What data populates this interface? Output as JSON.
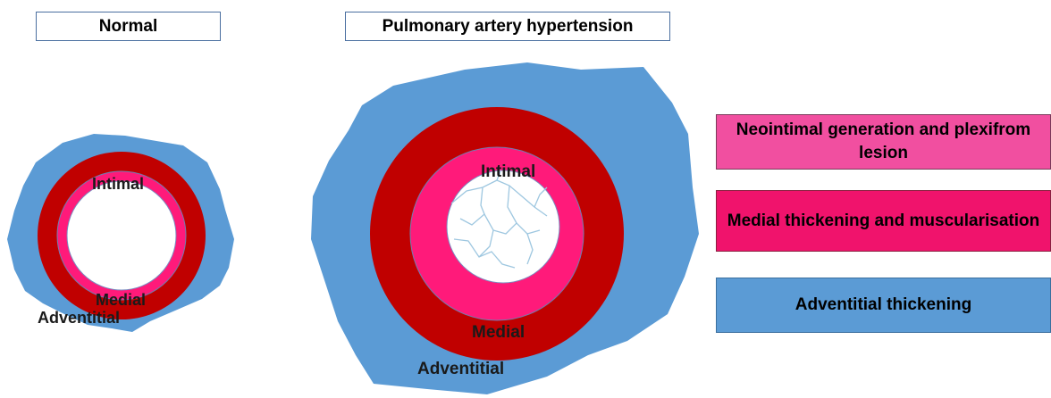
{
  "titles": {
    "normal": "Normal",
    "pah": "Pulmonary artery hypertension"
  },
  "normal_vessel": {
    "intimal": "Intimal",
    "medial": "Medial",
    "adventitial": "Adventitial"
  },
  "pah_vessel": {
    "intimal": "Intimal",
    "medial": "Medial",
    "adventitial": "Adventitial"
  },
  "legend": [
    {
      "label": "Neointimal generation and plexifrom lesion",
      "color": "#f14fa0"
    },
    {
      "label": "Medial thickening and muscularisation",
      "color": "#f0136c"
    },
    {
      "label": "Adventitial thickening",
      "color": "#5b9bd5"
    }
  ],
  "colors": {
    "adventitia": "#5b9bd5",
    "media": "#c00000",
    "intima": "#ff1a7a",
    "lumen": "#ffffff",
    "plexiform_lines": "#9ec7e0"
  }
}
